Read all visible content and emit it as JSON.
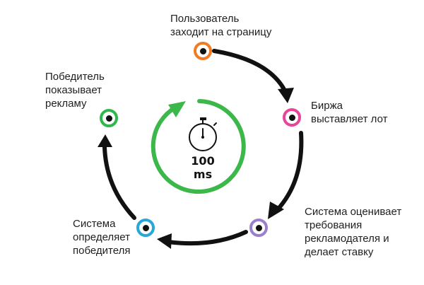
{
  "colors": {
    "arrow": "#111111",
    "timer_ring": "#3cb84a",
    "node_user": "#f07b22",
    "node_exchange": "#e8449a",
    "node_bid": "#9b7fcf",
    "node_winner_pick": "#27a8d8",
    "node_winner_show": "#2eb84a"
  },
  "timer": {
    "icon": "stopwatch-icon",
    "value": "100 ms"
  },
  "steps": [
    {
      "id": "user",
      "label": "Пользователь\nзаходит на страницу"
    },
    {
      "id": "exchange",
      "label": "Биржа\nвыставляет лот"
    },
    {
      "id": "bid",
      "label": "Система оценивает\nтребования\nрекламодателя и\nделает ставку"
    },
    {
      "id": "winner_pick",
      "label": "Система\nопределяет\nпобедителя"
    },
    {
      "id": "winner_show",
      "label": "Победитель\nпоказывает\nрекламу"
    }
  ]
}
